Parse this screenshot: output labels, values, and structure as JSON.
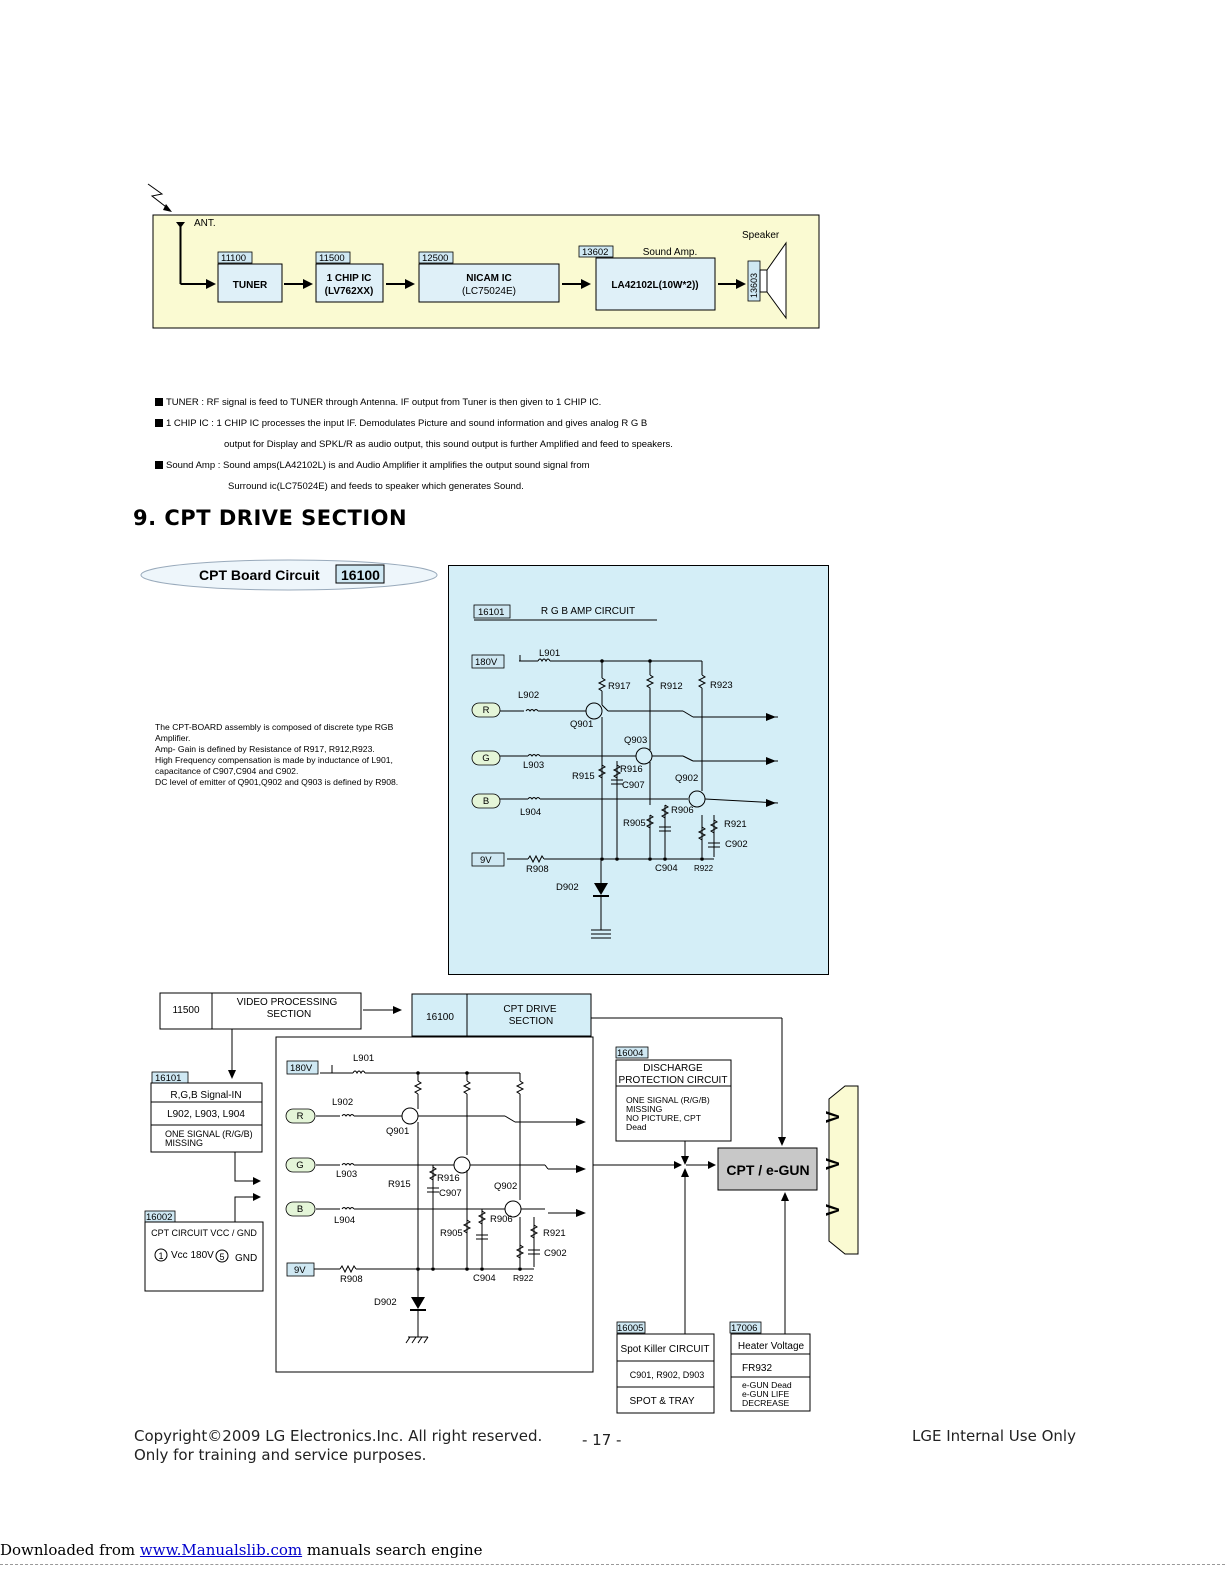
{
  "audio_block": {
    "ant_label": "ANT.",
    "speaker_label": "Speaker",
    "sound_amp_label": "Sound Amp.",
    "tuner": {
      "code": "11100",
      "label": "TUNER"
    },
    "chip": {
      "code": "11500",
      "line1": "1 CHIP IC",
      "line2": "(LV762XX)"
    },
    "nicam": {
      "code": "12500",
      "line1": "NICAM IC",
      "line2": "(LC75024E)"
    },
    "amp": {
      "code": "13602",
      "label": "LA42102L(10W*2))"
    },
    "speaker_code": "13603"
  },
  "bullets": [
    {
      "line1": "TUNER : RF signal is feed to TUNER through Antenna. IF output from Tuner is then given to 1 CHIP IC.",
      "line2": ""
    },
    {
      "line1": "1 CHIP IC : 1 CHIP IC processes the input IF. Demodulates Picture and sound information and gives analog R G B",
      "line2": "output for Display and SPKL/R as audio output, this sound output is further Amplified and feed to speakers."
    },
    {
      "line1": "Sound Amp : Sound amps(LA42102L) is and Audio Amplifier it amplifies the output sound signal from",
      "line2": "Surround ic(LC75024E) and feeds to speaker which generates Sound."
    }
  ],
  "section_title": "9. CPT DRIVE SECTION",
  "cpt_board": {
    "label": "CPT Board Circuit",
    "code": "16100"
  },
  "description": [
    "The CPT-BOARD assembly is composed of discrete type RGB Amplifier.",
    "Amp- Gain is defined by Resistance of R917, R912,R923.",
    "High Frequency compensation is made by inductance of L901, capacitance of C907,C904 and C902.",
    "DC level of emitter of Q901,Q902 and Q903 is defined by R908."
  ],
  "rgb_amp": {
    "code": "16101",
    "title": "R G B AMP CIRCUIT",
    "v180": "180V",
    "v9": "9V",
    "inputs": [
      "R",
      "G",
      "B"
    ],
    "labels": {
      "L901": "L901",
      "L902": "L902",
      "L903": "L903",
      "L904": "L904",
      "R917": "R917",
      "R912": "R912",
      "R923": "R923",
      "Q901": "Q901",
      "Q902": "Q902",
      "Q903": "Q903",
      "R915": "R915",
      "R916": "R916",
      "C907": "C907",
      "R905": "R905",
      "R906": "R906",
      "R921": "R921",
      "C902": "C902",
      "R908": "R908",
      "C904": "C904",
      "R922": "R922",
      "D902": "D902"
    }
  },
  "flow": {
    "video_code": "11500",
    "video_label": [
      "VIDEO PROCESSING",
      "SECTION"
    ],
    "cpt_drive_code": "16100",
    "cpt_drive_label": [
      "CPT DRIVE",
      "SECTION"
    ],
    "rgb_in": {
      "code": "16101",
      "rows": [
        "R,G,B Signal-IN",
        "L902, L903, L904",
        "ONE SIGNAL (R/G/B)",
        "MISSING"
      ]
    },
    "vcc_gnd": {
      "code": "16002",
      "title": "CPT CIRCUIT VCC / GND",
      "pin1": "1",
      "vcc": "Vcc 180V",
      "pin5": "5",
      "gnd": "GND"
    },
    "discharge": {
      "code": "16004",
      "title": [
        "DISCHARGE",
        "PROTECTION CIRCUIT"
      ],
      "body": [
        "ONE SIGNAL (R/G/B)",
        "MISSING",
        "NO PICTURE, CPT",
        "Dead"
      ]
    },
    "egun": "CPT / e-GUN",
    "spot": {
      "code": "16005",
      "rows": [
        "Spot Killer CIRCUIT",
        "C901, R902,  D903",
        "SPOT & TRAY"
      ]
    },
    "heater": {
      "code": "17006",
      "rows": [
        "Heater Voltage",
        "FR932",
        "e-GUN Dead",
        "e-GUN LIFE",
        "DECREASE"
      ]
    },
    "v_marks": [
      "V",
      "V",
      "V"
    ]
  },
  "footer": {
    "copyright": "Copyright©2009 LG Electronics.Inc. All right reserved.",
    "training": "Only for training and service purposes.",
    "page": "- 17 -",
    "internal": "LGE Internal Use Only"
  },
  "download": {
    "prefix": "Downloaded from ",
    "link": "www.Manualslib.com",
    "suffix": "  manuals search engine"
  }
}
